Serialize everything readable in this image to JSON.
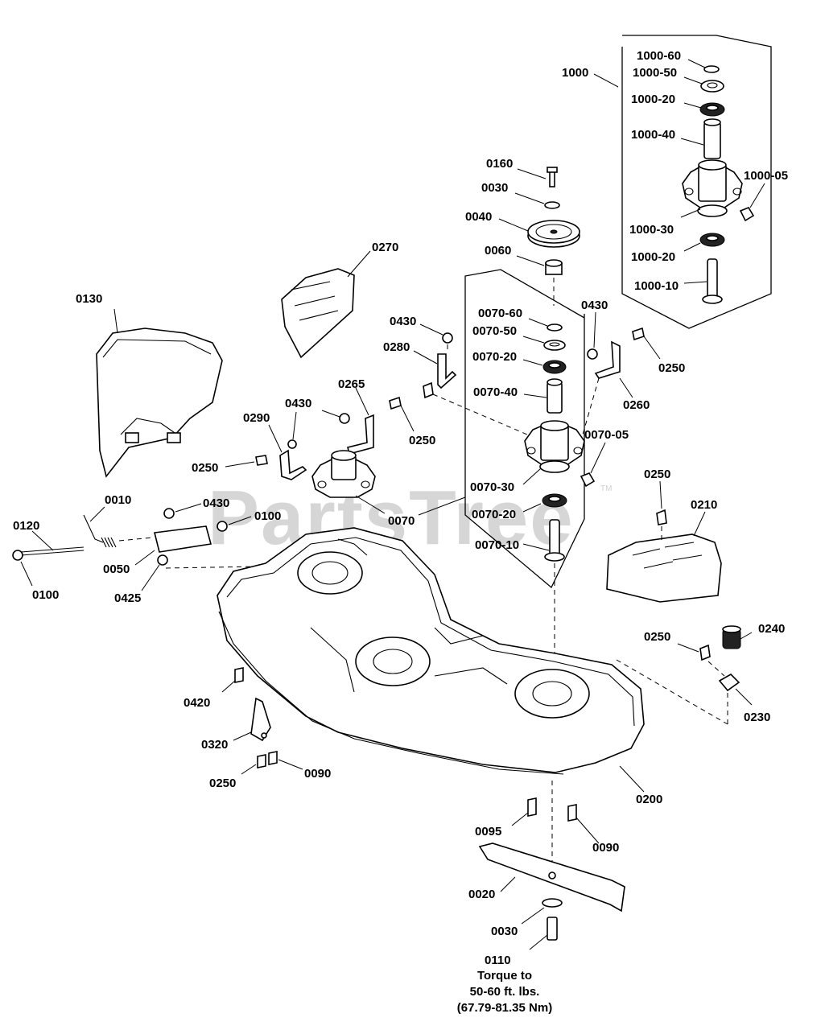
{
  "watermark": {
    "text": "PartsTree",
    "mark": "TM"
  },
  "labels": {
    "l1000_60": "1000-60",
    "l1000_50": "1000-50",
    "l1000": "1000",
    "l1000_20a": "1000-20",
    "l1000_40": "1000-40",
    "l1000_05": "1000-05",
    "l1000_30": "1000-30",
    "l1000_20b": "1000-20",
    "l1000_10": "1000-10",
    "l0160": "0160",
    "l0030a": "0030",
    "l0040": "0040",
    "l0060": "0060",
    "l0270": "0270",
    "l0130": "0130",
    "l0430a": "0430",
    "l0280": "0280",
    "l0070_60": "0070-60",
    "l0070_50": "0070-50",
    "l0070_20a": "0070-20",
    "l0070_40": "0070-40",
    "l0430b": "0430",
    "l0250a": "0250",
    "l0260": "0260",
    "l0430c": "0430",
    "l0265": "0265",
    "l0290": "0290",
    "l0250b": "0250",
    "l0070_05": "0070-05",
    "l0250c": "0250",
    "l0070_30": "0070-30",
    "l0250d": "0250",
    "l0010": "0010",
    "l0430d": "0430",
    "l0100a": "0100",
    "l0070": "0070",
    "l0070_20b": "0070-20",
    "l0210": "0210",
    "l0120": "0120",
    "l0070_10": "0070-10",
    "l0050": "0050",
    "l0100b": "0100",
    "l0425": "0425",
    "l0250e": "0250",
    "l0240": "0240",
    "l0420": "0420",
    "l0230": "0230",
    "l0320": "0320",
    "l0250f": "0250",
    "l0090a": "0090",
    "l0200": "0200",
    "l0095": "0095",
    "l0090b": "0090",
    "l0020": "0020",
    "l0030b": "0030",
    "l0110": "0110"
  },
  "torque_note": {
    "line1": "Torque to",
    "line2": "50-60 ft. lbs.",
    "line3": "(67.79-81.35 Nm)"
  },
  "parts": [
    "mower-deck",
    "blade",
    "spindle-assembly",
    "spindle-kit",
    "pulley",
    "belt-cover-left",
    "belt-cover-right",
    "discharge-chute",
    "gauge-wheel",
    "spring",
    "pivot-rod",
    "bracket"
  ]
}
